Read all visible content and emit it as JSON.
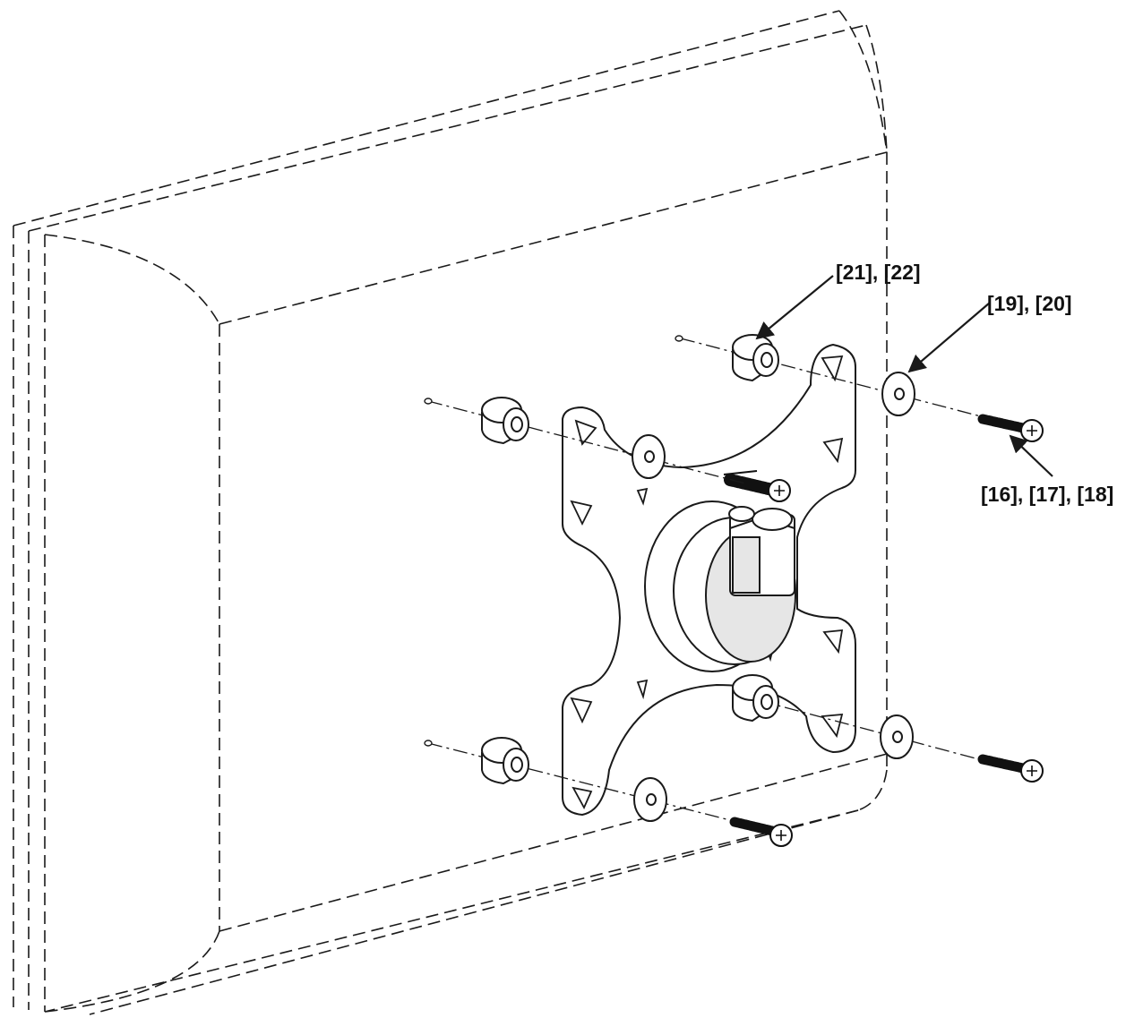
{
  "colors": {
    "line": "#1a1a1a",
    "background": "#ffffff",
    "shading": "#e6e6e6",
    "screw": "#111111"
  },
  "callouts": {
    "spacers": "[21], [22]",
    "washers": "[19], [20]",
    "screws": "[16], [17], [18]"
  }
}
